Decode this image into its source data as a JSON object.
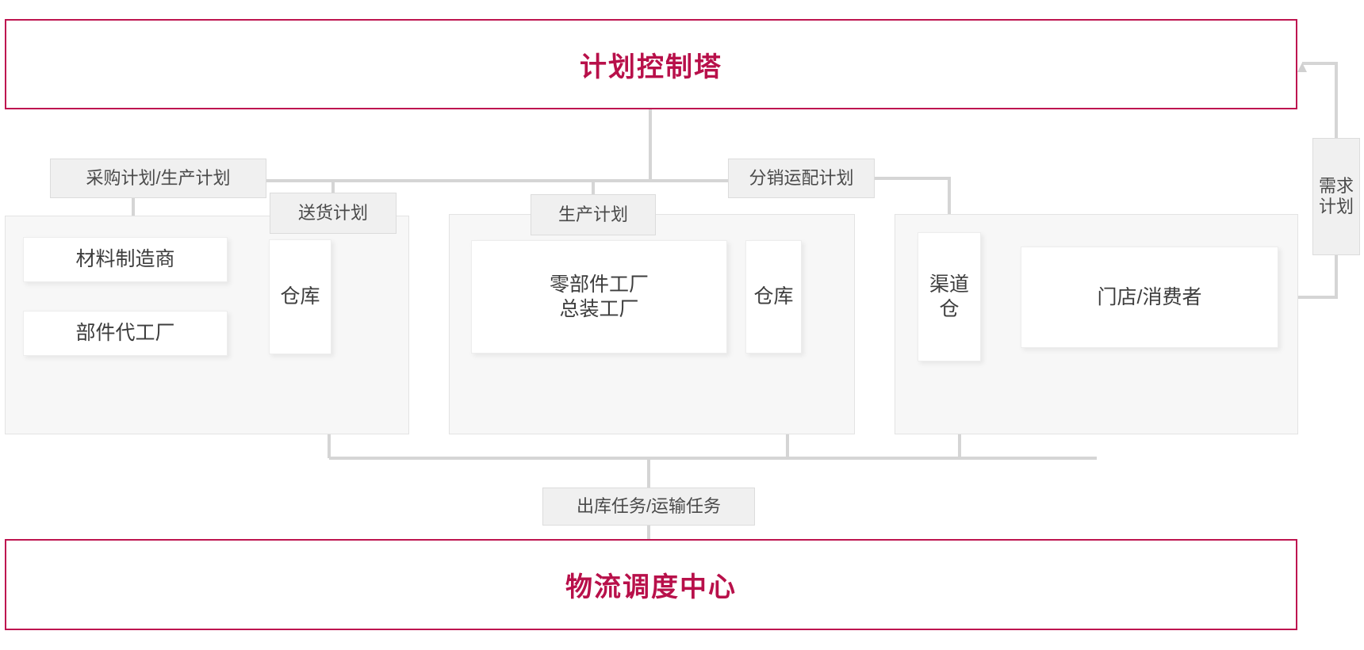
{
  "diagram": {
    "title_top": "计划控制塔",
    "title_bottom": "物流调度中心",
    "accent_color": "#BE1550",
    "panel_color": "#f7f7f7",
    "chip_color": "#f0f0f0",
    "connector_color": "#d5d5d5"
  },
  "banners": {
    "top": {
      "label": "计划控制塔"
    },
    "bottom": {
      "label": "物流调度中心"
    }
  },
  "groups": {
    "supply": {
      "name": "supply-group"
    },
    "manufacture": {
      "name": "manufacture-group"
    },
    "distribution": {
      "name": "distribution-group"
    }
  },
  "nodes": {
    "material_manufacturer": {
      "label": "材料制造商"
    },
    "component_foundry": {
      "label": "部件代工厂"
    },
    "warehouse_supply": {
      "label": "仓库"
    },
    "factory": {
      "label": "零部件工厂\n总装工厂"
    },
    "warehouse_manufacture": {
      "label": "仓库"
    },
    "channel_warehouse": {
      "label": "渠道\n仓"
    },
    "store_consumer": {
      "label": "门店/消费者"
    }
  },
  "plan_chips": {
    "purchase_production": {
      "label": "采购计划/生产计划"
    },
    "delivery": {
      "label": "送货计划"
    },
    "production": {
      "label": "生产计划"
    },
    "distribution_transport": {
      "label": "分销运配计划"
    },
    "demand": {
      "label": "需求\n计划"
    },
    "outbound_transport": {
      "label": "出库任务/运输任务"
    }
  }
}
